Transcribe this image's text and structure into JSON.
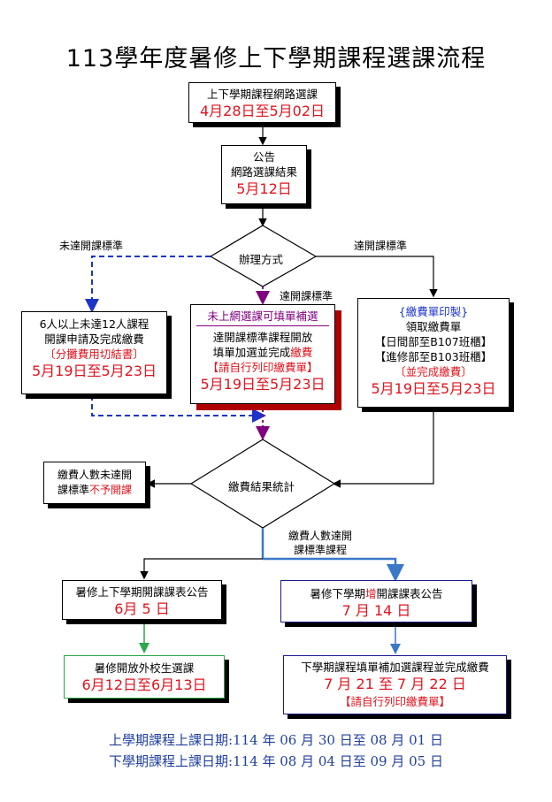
{
  "title": "113學年度暑修上下學期課程選課流程",
  "box_online": {
    "line1": "上下學期課程網路選課",
    "date": "4月28日至5月02日"
  },
  "box_announce": {
    "line1": "公告",
    "line2": "網路選課結果",
    "date": "5月12日"
  },
  "diamond_method": "辦理方式",
  "label_not_met": "未達開課標準",
  "label_met_right": "達開課標準",
  "label_met_center": "達開課標準",
  "box_left": {
    "line1": "6人以上未達12人課程",
    "line2": "開課申請及完成繳費",
    "line3": "〔分攤費用切結書〕",
    "date": "5月19日至5月23日"
  },
  "box_center": {
    "header": "未上網選課可填單補選",
    "line1": "達開課標準課程開放",
    "line2a": "填單加選並完成",
    "line2b": "繳費",
    "line3": "【請自行列印繳費單】",
    "date": "5月19日至5月23日"
  },
  "box_right": {
    "line1": "{繳費單印製}",
    "line2": "領取繳費單",
    "line3": "【日間部至B107班櫃】",
    "line4": "【進修部至B103班櫃】",
    "line5": "〔並完成繳費〕",
    "date": "5月19日至5月23日"
  },
  "diamond_stats": "繳費結果統計",
  "box_reject": {
    "line1": "繳費人數未達開",
    "line2a": "課標準",
    "line2b": "不予開課"
  },
  "label_paid_met": {
    "line1": "繳費人數達開",
    "line2": "課標準課程"
  },
  "box_upper_announce": {
    "line1": "暑修上下學期開課課表公告",
    "date": "6月 5 日"
  },
  "box_lower_announce": {
    "line1a": "暑修下學期",
    "line1b": "增",
    "line1c": "開課課表公告",
    "date": "7 月 14 日"
  },
  "box_external": {
    "line1": "暑修開放外校生選課",
    "date": "6月12日至6月13日"
  },
  "box_lower_add": {
    "line1": "下學期課程填單補加選課程並完成繳費",
    "date": "7 月 21 至 7 月 22 日",
    "note": "【請自行列印繳費單】"
  },
  "footer": {
    "line1": "上學期課程上課日期:114 年 06 月 30 日至 08 月 01 日",
    "line2": "下學期課程上課日期:114 年 08 月 04 日至 09 月 05 日"
  },
  "colors": {
    "red": "#e0141e",
    "blue_dashed": "#1c34c8",
    "purple": "#800080",
    "blue_flow": "#3a78c8",
    "green": "#2aa84a",
    "navy_border": "#1a1a8c",
    "footer_blue": "#1f3f9e"
  }
}
